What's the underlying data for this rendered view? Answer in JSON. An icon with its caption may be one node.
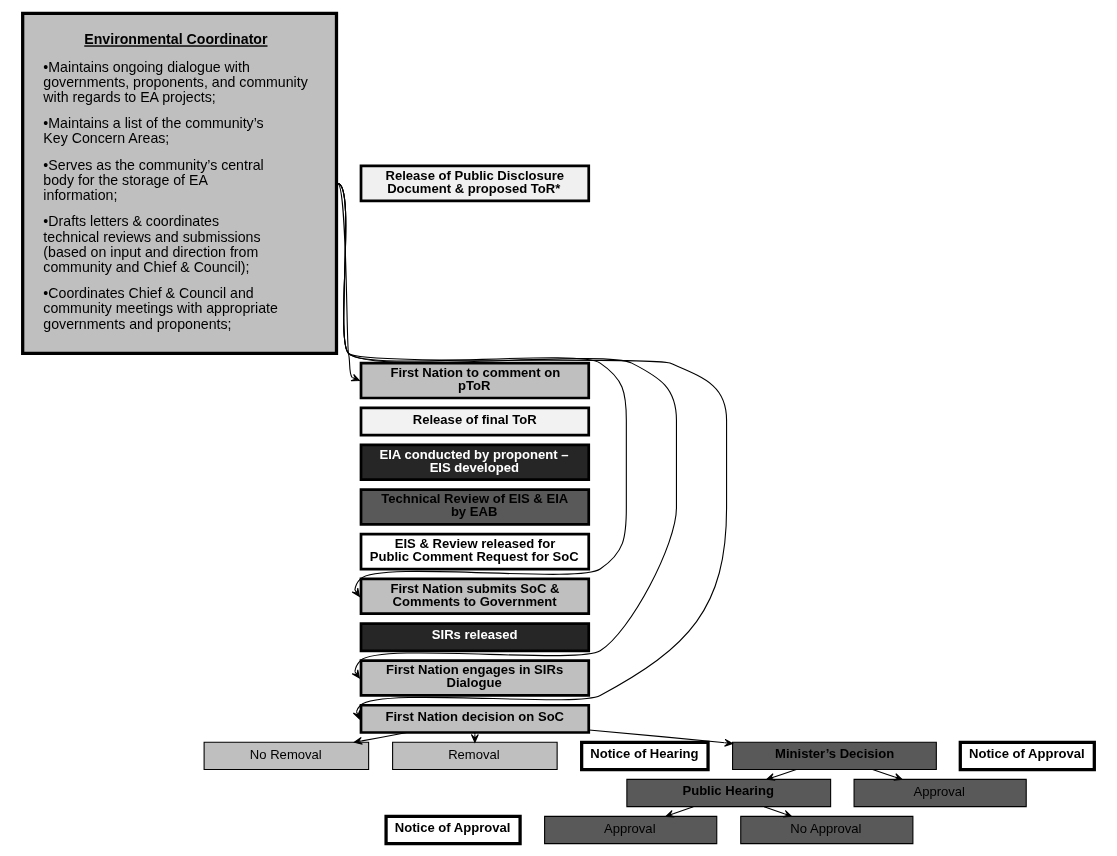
{
  "diagram": {
    "nodes": [
      {
        "text": [
          "Environmental Coordinator",
          "•Maintains ongoing dialogue with governments, proponents, and community with regards to EA projects;",
          "•Maintains a list of the community’s Key Concern Areas;",
          "•Serves as the community’s central body for the storage of EA information;",
          "•Drafts letters & coordinates technical reviews and submissions (based on input and direction from community and Chief & Council);",
          "•Coordinates Chief & Council and community meetings with appropriate governments and proponents;"
        ]
      },
      {
        "text": [
          "Release of Public Disclosure Document & proposed ToR*"
        ]
      },
      {
        "text": [
          "First Nation to comment on pToR"
        ]
      },
      {
        "text": [
          "Release of final ToR"
        ]
      },
      {
        "text": [
          "EIA conducted by proponent – EIS developed"
        ]
      },
      {
        "text": [
          "Technical Review of EIS & EIA by EAB"
        ]
      },
      {
        "text": [
          "EIS & Review released for Public Comment Request for SoC"
        ]
      },
      {
        "text": [
          "First Nation submits SoC & Comments to Government"
        ]
      },
      {
        "text": [
          "SIRs released"
        ]
      },
      {
        "text": [
          "First Nation engages in SIRs Dialogue"
        ]
      },
      {
        "text": [
          "First Nation decision on SoC"
        ]
      },
      {
        "text": [
          "No Removal"
        ]
      },
      {
        "text": [
          "Removal"
        ]
      },
      {
        "text": [
          "Notice of Hearing"
        ]
      },
      {
        "text": [
          "Minister’s Decision"
        ]
      },
      {
        "text": [
          "Notice of Approval"
        ]
      },
      {
        "text": [
          "Public Hearing"
        ]
      },
      {
        "text": [
          "Approval"
        ]
      },
      {
        "text": [
          "Notice of Approval"
        ]
      },
      {
        "text": [
          "Approval"
        ]
      },
      {
        "text": [
          "No Approval"
        ]
      }
    ],
    "edges": [
      {
        "from": 0,
        "to": 2,
        "arrow": "to"
      },
      {
        "from": 0,
        "to": 7,
        "arrow": "to"
      },
      {
        "from": 0,
        "to": 9,
        "arrow": "to"
      },
      {
        "from": 0,
        "to": 10,
        "arrow": "to"
      },
      {
        "from": 10,
        "to": 11,
        "arrow": "to"
      },
      {
        "from": 10,
        "to": 12,
        "arrow": "to"
      },
      {
        "from": 10,
        "to": 14,
        "arrow": "to"
      },
      {
        "from": 14,
        "to": 16,
        "arrow": "to"
      },
      {
        "from": 14,
        "to": 17,
        "arrow": "to"
      },
      {
        "from": 16,
        "to": 19,
        "arrow": "to"
      },
      {
        "from": 16,
        "to": 20,
        "arrow": "to"
      }
    ]
  }
}
